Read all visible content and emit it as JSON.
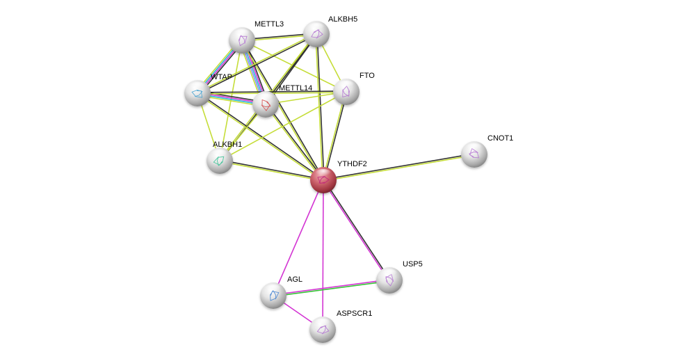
{
  "network": {
    "colors": {
      "textmining": "#c5dd38",
      "coexpression": "#333333",
      "experiments": "#d335d3",
      "database": "#29b6d6",
      "homology": "#8a8af0",
      "fusion": "#36c336",
      "query_node": "#c9505a",
      "node": "#e6e6e6"
    },
    "nodes": [
      {
        "id": "METTL3",
        "label": "METTL3",
        "query": false,
        "structure": "#b070d0"
      },
      {
        "id": "ALKBH5",
        "label": "ALKBH5",
        "query": false,
        "structure": "#b070d0"
      },
      {
        "id": "WTAP",
        "label": "WTAP",
        "query": false,
        "structure": "#40a0d0"
      },
      {
        "id": "METTL14",
        "label": "METTL14",
        "query": false,
        "structure": "#d04040"
      },
      {
        "id": "FTO",
        "label": "FTO",
        "query": false,
        "structure": "#b070d0"
      },
      {
        "id": "ALKBH1",
        "label": "ALKBH1",
        "query": false,
        "structure": "#30c090"
      },
      {
        "id": "YTHDF2",
        "label": "YTHDF2",
        "query": true,
        "structure": "#c0207a"
      },
      {
        "id": "CNOT1",
        "label": "CNOT1",
        "query": false,
        "structure": "#b070d0"
      },
      {
        "id": "USP5",
        "label": "USP5",
        "query": false,
        "structure": "#b070d0"
      },
      {
        "id": "AGL",
        "label": "AGL",
        "query": false,
        "structure": "#4080d0"
      },
      {
        "id": "ASPSCR1",
        "label": "ASPSCR1",
        "query": false,
        "structure": "#b070d0"
      }
    ],
    "edges": [
      {
        "a": "METTL3",
        "b": "ALKBH5",
        "types": [
          "coexpression",
          "textmining"
        ]
      },
      {
        "a": "METTL3",
        "b": "WTAP",
        "types": [
          "coexpression",
          "experiments",
          "database",
          "textmining"
        ]
      },
      {
        "a": "METTL3",
        "b": "METTL14",
        "types": [
          "coexpression",
          "experiments",
          "database",
          "homology",
          "textmining"
        ]
      },
      {
        "a": "METTL3",
        "b": "FTO",
        "types": [
          "textmining"
        ]
      },
      {
        "a": "METTL3",
        "b": "ALKBH1",
        "types": [
          "textmining"
        ]
      },
      {
        "a": "METTL3",
        "b": "YTHDF2",
        "types": [
          "coexpression",
          "textmining"
        ]
      },
      {
        "a": "ALKBH5",
        "b": "WTAP",
        "types": [
          "coexpression",
          "textmining"
        ]
      },
      {
        "a": "ALKBH5",
        "b": "METTL14",
        "types": [
          "coexpression",
          "textmining"
        ]
      },
      {
        "a": "ALKBH5",
        "b": "FTO",
        "types": [
          "textmining"
        ]
      },
      {
        "a": "ALKBH5",
        "b": "ALKBH1",
        "types": [
          "coexpression",
          "textmining"
        ]
      },
      {
        "a": "ALKBH5",
        "b": "YTHDF2",
        "types": [
          "coexpression",
          "textmining"
        ]
      },
      {
        "a": "WTAP",
        "b": "METTL14",
        "types": [
          "coexpression",
          "experiments",
          "database",
          "textmining"
        ]
      },
      {
        "a": "WTAP",
        "b": "FTO",
        "types": [
          "coexpression",
          "textmining"
        ]
      },
      {
        "a": "WTAP",
        "b": "ALKBH1",
        "types": [
          "textmining"
        ]
      },
      {
        "a": "WTAP",
        "b": "YTHDF2",
        "types": [
          "coexpression",
          "textmining"
        ]
      },
      {
        "a": "METTL14",
        "b": "FTO",
        "types": [
          "textmining"
        ]
      },
      {
        "a": "METTL14",
        "b": "ALKBH1",
        "types": [
          "textmining"
        ]
      },
      {
        "a": "METTL14",
        "b": "YTHDF2",
        "types": [
          "coexpression",
          "textmining"
        ]
      },
      {
        "a": "FTO",
        "b": "ALKBH1",
        "types": [
          "textmining"
        ]
      },
      {
        "a": "FTO",
        "b": "YTHDF2",
        "types": [
          "coexpression",
          "textmining"
        ]
      },
      {
        "a": "ALKBH1",
        "b": "YTHDF2",
        "types": [
          "coexpression",
          "textmining"
        ]
      },
      {
        "a": "YTHDF2",
        "b": "CNOT1",
        "types": [
          "coexpression",
          "textmining"
        ]
      },
      {
        "a": "YTHDF2",
        "b": "USP5",
        "types": [
          "coexpression",
          "experiments"
        ]
      },
      {
        "a": "YTHDF2",
        "b": "AGL",
        "types": [
          "experiments"
        ]
      },
      {
        "a": "YTHDF2",
        "b": "ASPSCR1",
        "types": [
          "experiments"
        ]
      },
      {
        "a": "AGL",
        "b": "USP5",
        "types": [
          "experiments",
          "fusion"
        ]
      },
      {
        "a": "AGL",
        "b": "ASPSCR1",
        "types": [
          "experiments"
        ]
      }
    ]
  }
}
